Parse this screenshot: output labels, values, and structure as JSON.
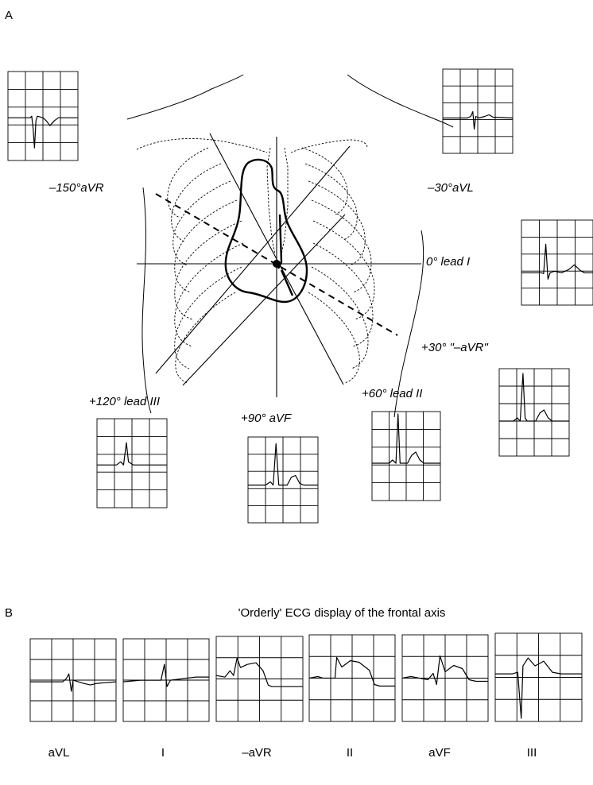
{
  "panels": {
    "a_label": "A",
    "b_label": "B"
  },
  "panel_a": {
    "lead_labels": {
      "avr": "–150°aVR",
      "avl": "–30°aVL",
      "lead_i": "0° lead I",
      "minus_avr": "+30° \"–aVR\"",
      "lead_ii": "+60° lead II",
      "avf": "+90° aVF",
      "lead_iii": "+120° lead III"
    },
    "axes_degrees": [
      -150,
      -30,
      0,
      30,
      60,
      90,
      120
    ]
  },
  "panel_b": {
    "caption": "'Orderly' ECG display of the frontal axis",
    "leads": [
      "aVL",
      "I",
      "–aVR",
      "II",
      "aVF",
      "III"
    ]
  }
}
